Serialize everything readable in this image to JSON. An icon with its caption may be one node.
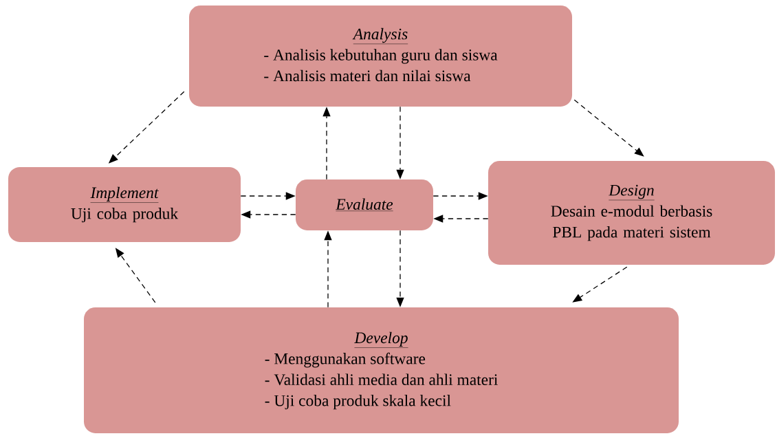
{
  "diagram": {
    "nodes": [
      {
        "text": [
          "Analysis",
          "- Analisis kebutuhan guru dan siswa",
          "- Analisis materi dan nilai siswa"
        ]
      },
      {
        "text": [
          "Implement",
          "Uji coba produk"
        ]
      },
      {
        "text": [
          "Evaluate"
        ]
      },
      {
        "text": [
          "Design",
          "Desain e-modul berbasis PBL pada materi sistem"
        ]
      },
      {
        "text": [
          "Develop",
          "- Menggunakan software",
          "- Validasi ahli media dan ahli materi",
          "- Uji coba produk skala kecil"
        ]
      }
    ],
    "edges": [
      {
        "from": 0,
        "to": 1,
        "arrow": "to",
        "style": "dashed"
      },
      {
        "from": 0,
        "to": 3,
        "arrow": "to",
        "style": "dashed"
      },
      {
        "from": 3,
        "to": 4,
        "arrow": "to",
        "style": "dashed"
      },
      {
        "from": 4,
        "to": 1,
        "arrow": "to",
        "style": "dashed"
      },
      {
        "from": 2,
        "to": 0,
        "arrow": "to",
        "style": "dashed"
      },
      {
        "from": 0,
        "to": 2,
        "arrow": "to",
        "style": "dashed"
      },
      {
        "from": 1,
        "to": 2,
        "arrow": "to",
        "style": "dashed"
      },
      {
        "from": 2,
        "to": 1,
        "arrow": "to",
        "style": "dashed"
      },
      {
        "from": 2,
        "to": 3,
        "arrow": "to",
        "style": "dashed"
      },
      {
        "from": 3,
        "to": 2,
        "arrow": "to",
        "style": "dashed"
      },
      {
        "from": 4,
        "to": 2,
        "arrow": "to",
        "style": "dashed"
      },
      {
        "from": 2,
        "to": 4,
        "arrow": "to",
        "style": "dashed"
      }
    ]
  }
}
